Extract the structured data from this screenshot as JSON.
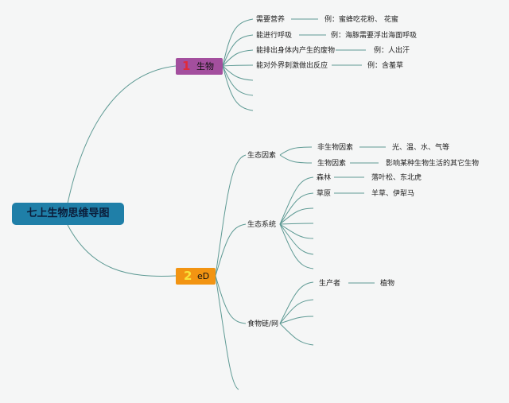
{
  "root": "七上生物思维导图",
  "branch1": {
    "number": "1",
    "label": "生物",
    "items": [
      {
        "text": "需要营养",
        "example": "例：蜜蜂吃花粉、 花蜜"
      },
      {
        "text": "能进行呼吸",
        "example": "例：海豚需要浮出海面呼吸"
      },
      {
        "text": "能排出身体内产生的废物",
        "example": "例：人出汗"
      },
      {
        "text": "能对外界刺激做出反应",
        "example": "例：含羞草"
      }
    ]
  },
  "branch2": {
    "number": "2",
    "label": "eD",
    "sub1": {
      "label": "生态因素",
      "items": [
        {
          "text": "非生物因素",
          "detail": "光、温、水、气等"
        },
        {
          "text": "生物因素",
          "detail": "影响某种生物生活的其它生物"
        }
      ]
    },
    "sub2": {
      "label": "生态系统",
      "items": [
        {
          "text": "森林",
          "detail": "落叶松、东北虎"
        },
        {
          "text": "草原",
          "detail": "羊草、伊犁马"
        }
      ]
    },
    "sub3": {
      "label": "食物链/网",
      "items": [
        {
          "text": "生产者",
          "detail": "植物"
        }
      ]
    }
  }
}
